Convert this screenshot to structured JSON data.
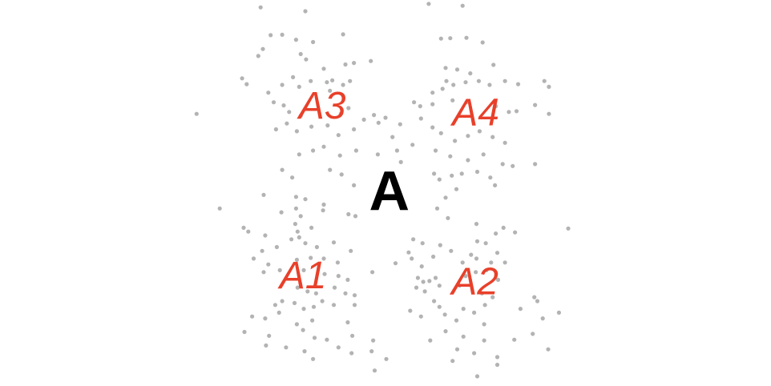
{
  "chart_data": {
    "type": "scatter",
    "title": "",
    "xlabel": "",
    "ylabel": "",
    "xlim": [
      0,
      1
    ],
    "ylim": [
      0,
      1
    ],
    "grid": false,
    "axes_visible": false,
    "point_color": "#808080",
    "main_label": {
      "text": "A",
      "x": 0.505,
      "y": 0.505,
      "color": "#000000"
    },
    "cluster_labels": [
      {
        "text": "A1",
        "x": 0.393,
        "y": 0.285,
        "color": "#e8402a"
      },
      {
        "text": "A2",
        "x": 0.616,
        "y": 0.27,
        "color": "#e8402a"
      },
      {
        "text": "A3",
        "x": 0.418,
        "y": 0.725,
        "color": "#e8402a"
      },
      {
        "text": "A4",
        "x": 0.617,
        "y": 0.707,
        "color": "#e8402a"
      }
    ],
    "points": [
      [
        0.338,
        0.981
      ],
      [
        0.396,
        0.971
      ],
      [
        0.556,
        0.99
      ],
      [
        0.6,
        0.985
      ],
      [
        0.351,
        0.909
      ],
      [
        0.366,
        0.91
      ],
      [
        0.384,
        0.897
      ],
      [
        0.406,
        0.891
      ],
      [
        0.445,
        0.911
      ],
      [
        0.572,
        0.9
      ],
      [
        0.584,
        0.901
      ],
      [
        0.605,
        0.902
      ],
      [
        0.626,
        0.89
      ],
      [
        0.341,
        0.873
      ],
      [
        0.335,
        0.855
      ],
      [
        0.39,
        0.86
      ],
      [
        0.397,
        0.846
      ],
      [
        0.42,
        0.822
      ],
      [
        0.459,
        0.837
      ],
      [
        0.481,
        0.842
      ],
      [
        0.448,
        0.833
      ],
      [
        0.578,
        0.824
      ],
      [
        0.593,
        0.82
      ],
      [
        0.61,
        0.81
      ],
      [
        0.64,
        0.832
      ],
      [
        0.314,
        0.797
      ],
      [
        0.32,
        0.782
      ],
      [
        0.348,
        0.76
      ],
      [
        0.366,
        0.78
      ],
      [
        0.38,
        0.8
      ],
      [
        0.388,
        0.775
      ],
      [
        0.403,
        0.79
      ],
      [
        0.424,
        0.787
      ],
      [
        0.431,
        0.792
      ],
      [
        0.445,
        0.78
      ],
      [
        0.454,
        0.79
      ],
      [
        0.428,
        0.765
      ],
      [
        0.579,
        0.79
      ],
      [
        0.574,
        0.77
      ],
      [
        0.561,
        0.76
      ],
      [
        0.588,
        0.78
      ],
      [
        0.604,
        0.787
      ],
      [
        0.621,
        0.79
      ],
      [
        0.635,
        0.78
      ],
      [
        0.655,
        0.79
      ],
      [
        0.672,
        0.782
      ],
      [
        0.706,
        0.79
      ],
      [
        0.712,
        0.775
      ],
      [
        0.255,
        0.705
      ],
      [
        0.355,
        0.735
      ],
      [
        0.368,
        0.727
      ],
      [
        0.375,
        0.71
      ],
      [
        0.39,
        0.7
      ],
      [
        0.442,
        0.705
      ],
      [
        0.452,
        0.72
      ],
      [
        0.472,
        0.69
      ],
      [
        0.485,
        0.702
      ],
      [
        0.5,
        0.695
      ],
      [
        0.519,
        0.678
      ],
      [
        0.537,
        0.735
      ],
      [
        0.545,
        0.725
      ],
      [
        0.561,
        0.73
      ],
      [
        0.587,
        0.74
      ],
      [
        0.605,
        0.735
      ],
      [
        0.643,
        0.725
      ],
      [
        0.66,
        0.71
      ],
      [
        0.67,
        0.712
      ],
      [
        0.694,
        0.728
      ],
      [
        0.712,
        0.705
      ],
      [
        0.358,
        0.665
      ],
      [
        0.372,
        0.68
      ],
      [
        0.385,
        0.66
      ],
      [
        0.404,
        0.672
      ],
      [
        0.425,
        0.675
      ],
      [
        0.439,
        0.65
      ],
      [
        0.459,
        0.665
      ],
      [
        0.491,
        0.682
      ],
      [
        0.509,
        0.645
      ],
      [
        0.546,
        0.693
      ],
      [
        0.561,
        0.67
      ],
      [
        0.572,
        0.655
      ],
      [
        0.59,
        0.635
      ],
      [
        0.607,
        0.648
      ],
      [
        0.622,
        0.66
      ],
      [
        0.639,
        0.645
      ],
      [
        0.655,
        0.63
      ],
      [
        0.388,
        0.6
      ],
      [
        0.406,
        0.61
      ],
      [
        0.42,
        0.62
      ],
      [
        0.441,
        0.597
      ],
      [
        0.462,
        0.61
      ],
      [
        0.49,
        0.6
      ],
      [
        0.515,
        0.61
      ],
      [
        0.52,
        0.58
      ],
      [
        0.535,
        0.625
      ],
      [
        0.565,
        0.61
      ],
      [
        0.584,
        0.595
      ],
      [
        0.607,
        0.585
      ],
      [
        0.627,
        0.6
      ],
      [
        0.652,
        0.575
      ],
      [
        0.665,
        0.57
      ],
      [
        0.694,
        0.575
      ],
      [
        0.366,
        0.56
      ],
      [
        0.379,
        0.54
      ],
      [
        0.428,
        0.56
      ],
      [
        0.443,
        0.548
      ],
      [
        0.459,
        0.52
      ],
      [
        0.563,
        0.55
      ],
      [
        0.57,
        0.535
      ],
      [
        0.586,
        0.545
      ],
      [
        0.599,
        0.55
      ],
      [
        0.619,
        0.555
      ],
      [
        0.636,
        0.54
      ],
      [
        0.642,
        0.52
      ],
      [
        0.342,
        0.495
      ],
      [
        0.384,
        0.49
      ],
      [
        0.396,
        0.484
      ],
      [
        0.42,
        0.47
      ],
      [
        0.578,
        0.488
      ],
      [
        0.592,
        0.51
      ],
      [
        0.285,
        0.46
      ],
      [
        0.365,
        0.45
      ],
      [
        0.384,
        0.46
      ],
      [
        0.39,
        0.44
      ],
      [
        0.419,
        0.455
      ],
      [
        0.452,
        0.445
      ],
      [
        0.461,
        0.44
      ],
      [
        0.567,
        0.46
      ],
      [
        0.316,
        0.41
      ],
      [
        0.322,
        0.4
      ],
      [
        0.344,
        0.39
      ],
      [
        0.383,
        0.42
      ],
      [
        0.386,
        0.4
      ],
      [
        0.404,
        0.41
      ],
      [
        0.388,
        0.385
      ],
      [
        0.581,
        0.435
      ],
      [
        0.618,
        0.42
      ],
      [
        0.643,
        0.395
      ],
      [
        0.653,
        0.41
      ],
      [
        0.668,
        0.398
      ],
      [
        0.737,
        0.408
      ],
      [
        0.34,
        0.35
      ],
      [
        0.359,
        0.36
      ],
      [
        0.378,
        0.38
      ],
      [
        0.396,
        0.37
      ],
      [
        0.411,
        0.36
      ],
      [
        0.433,
        0.372
      ],
      [
        0.455,
        0.35
      ],
      [
        0.536,
        0.38
      ],
      [
        0.548,
        0.37
      ],
      [
        0.571,
        0.365
      ],
      [
        0.585,
        0.35
      ],
      [
        0.611,
        0.34
      ],
      [
        0.619,
        0.375
      ],
      [
        0.63,
        0.37
      ],
      [
        0.645,
        0.345
      ],
      [
        0.329,
        0.33
      ],
      [
        0.348,
        0.315
      ],
      [
        0.385,
        0.327
      ],
      [
        0.403,
        0.332
      ],
      [
        0.42,
        0.33
      ],
      [
        0.438,
        0.32
      ],
      [
        0.513,
        0.318
      ],
      [
        0.53,
        0.346
      ],
      [
        0.534,
        0.33
      ],
      [
        0.547,
        0.31
      ],
      [
        0.562,
        0.335
      ],
      [
        0.6,
        0.32
      ],
      [
        0.618,
        0.33
      ],
      [
        0.637,
        0.32
      ],
      [
        0.655,
        0.32
      ],
      [
        0.342,
        0.295
      ],
      [
        0.363,
        0.3
      ],
      [
        0.394,
        0.3
      ],
      [
        0.421,
        0.29
      ],
      [
        0.439,
        0.285
      ],
      [
        0.451,
        0.275
      ],
      [
        0.483,
        0.295
      ],
      [
        0.542,
        0.28
      ],
      [
        0.549,
        0.27
      ],
      [
        0.557,
        0.272
      ],
      [
        0.565,
        0.28
      ],
      [
        0.604,
        0.285
      ],
      [
        0.617,
        0.295
      ],
      [
        0.631,
        0.3
      ],
      [
        0.646,
        0.275
      ],
      [
        0.386,
        0.255
      ],
      [
        0.399,
        0.245
      ],
      [
        0.41,
        0.24
      ],
      [
        0.418,
        0.22
      ],
      [
        0.434,
        0.255
      ],
      [
        0.448,
        0.24
      ],
      [
        0.46,
        0.235
      ],
      [
        0.54,
        0.255
      ],
      [
        0.551,
        0.245
      ],
      [
        0.57,
        0.26
      ],
      [
        0.596,
        0.26
      ],
      [
        0.625,
        0.24
      ],
      [
        0.639,
        0.23
      ],
      [
        0.693,
        0.23
      ],
      [
        0.357,
        0.21
      ],
      [
        0.366,
        0.22
      ],
      [
        0.382,
        0.215
      ],
      [
        0.394,
        0.2
      ],
      [
        0.407,
        0.205
      ],
      [
        0.433,
        0.21
      ],
      [
        0.46,
        0.21
      ],
      [
        0.563,
        0.22
      ],
      [
        0.57,
        0.205
      ],
      [
        0.601,
        0.2
      ],
      [
        0.615,
        0.19
      ],
      [
        0.629,
        0.21
      ],
      [
        0.675,
        0.2
      ],
      [
        0.697,
        0.22
      ],
      [
        0.327,
        0.18
      ],
      [
        0.344,
        0.175
      ],
      [
        0.362,
        0.19
      ],
      [
        0.385,
        0.16
      ],
      [
        0.405,
        0.17
      ],
      [
        0.451,
        0.165
      ],
      [
        0.532,
        0.195
      ],
      [
        0.546,
        0.18
      ],
      [
        0.577,
        0.185
      ],
      [
        0.592,
        0.17
      ],
      [
        0.628,
        0.16
      ],
      [
        0.704,
        0.175
      ],
      [
        0.725,
        0.19
      ],
      [
        0.317,
        0.14
      ],
      [
        0.349,
        0.13
      ],
      [
        0.393,
        0.145
      ],
      [
        0.408,
        0.125
      ],
      [
        0.424,
        0.12
      ],
      [
        0.457,
        0.13
      ],
      [
        0.484,
        0.118
      ],
      [
        0.558,
        0.118
      ],
      [
        0.578,
        0.142
      ],
      [
        0.601,
        0.128
      ],
      [
        0.628,
        0.118
      ],
      [
        0.667,
        0.12
      ],
      [
        0.691,
        0.135
      ],
      [
        0.711,
        0.095
      ],
      [
        0.345,
        0.105
      ],
      [
        0.371,
        0.1
      ],
      [
        0.395,
        0.09
      ],
      [
        0.439,
        0.1
      ],
      [
        0.456,
        0.085
      ],
      [
        0.482,
        0.09
      ],
      [
        0.593,
        0.095
      ],
      [
        0.615,
        0.085
      ],
      [
        0.645,
        0.075
      ],
      [
        0.406,
        0.07
      ],
      [
        0.501,
        0.07
      ],
      [
        0.587,
        0.065
      ],
      [
        0.645,
        0.055
      ],
      [
        0.486,
        0.04
      ],
      [
        0.619,
        0.025
      ]
    ]
  }
}
